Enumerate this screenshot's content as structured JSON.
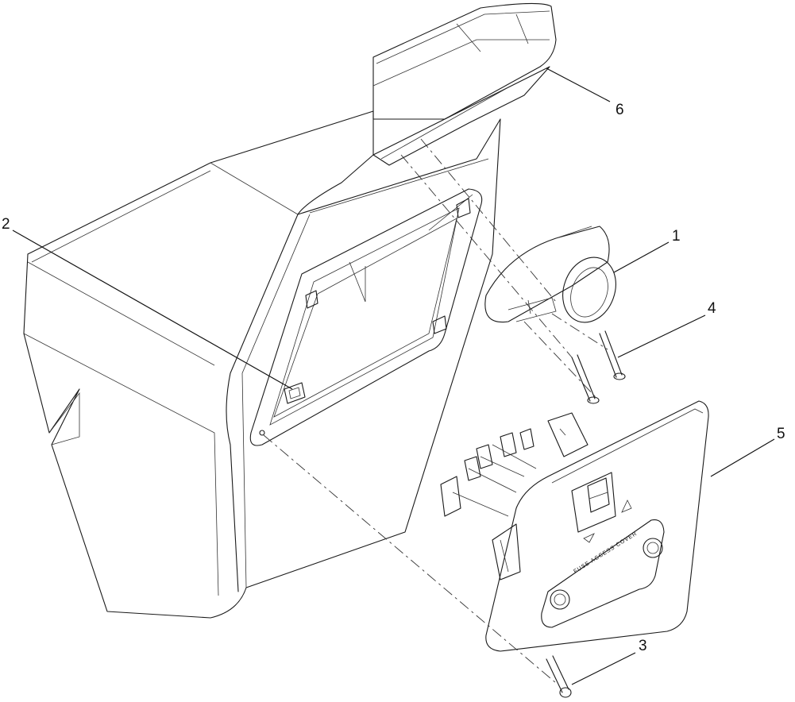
{
  "diagram": {
    "callouts": [
      {
        "id": "1",
        "label": "1"
      },
      {
        "id": "2",
        "label": "2"
      },
      {
        "id": "3",
        "label": "3"
      },
      {
        "id": "4",
        "label": "4"
      },
      {
        "id": "5",
        "label": "5"
      },
      {
        "id": "6",
        "label": "6"
      }
    ],
    "plate_text": "FUSE ACCESS COVER"
  }
}
